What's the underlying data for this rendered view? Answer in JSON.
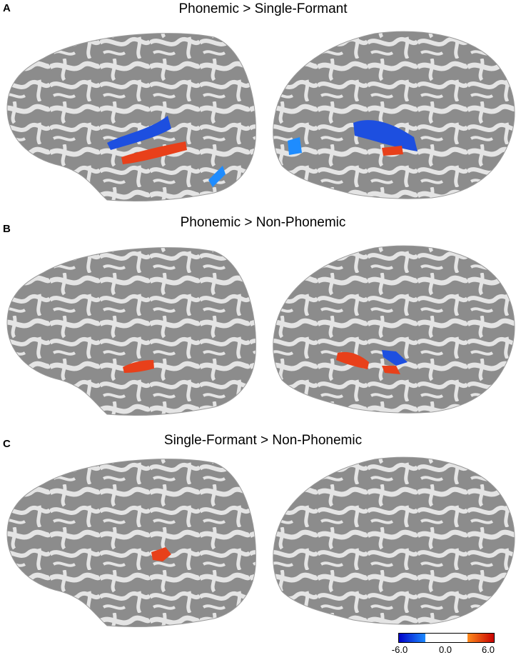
{
  "panels": [
    {
      "letter": "A",
      "title": "Phonemic > Single-Formant"
    },
    {
      "letter": "B",
      "title": "Phonemic > Non-Phonemic"
    },
    {
      "letter": "C",
      "title": "Single-Formant > Non-Phonemic"
    }
  ],
  "colorbar": {
    "ticks": [
      "-6.0",
      "0.0",
      "6.0"
    ],
    "colors": {
      "negative_dark": "#0000c8",
      "negative_light": "#1e8cff",
      "positive_light": "#ff8c1e",
      "positive_dark": "#c80000",
      "neutral": "#ffffff"
    }
  },
  "colors": {
    "gyrus": "#e4e4e4",
    "sulcus": "#8c8c8c",
    "activation_red": "#e8401a",
    "activation_blue": "#1d4fe0"
  }
}
